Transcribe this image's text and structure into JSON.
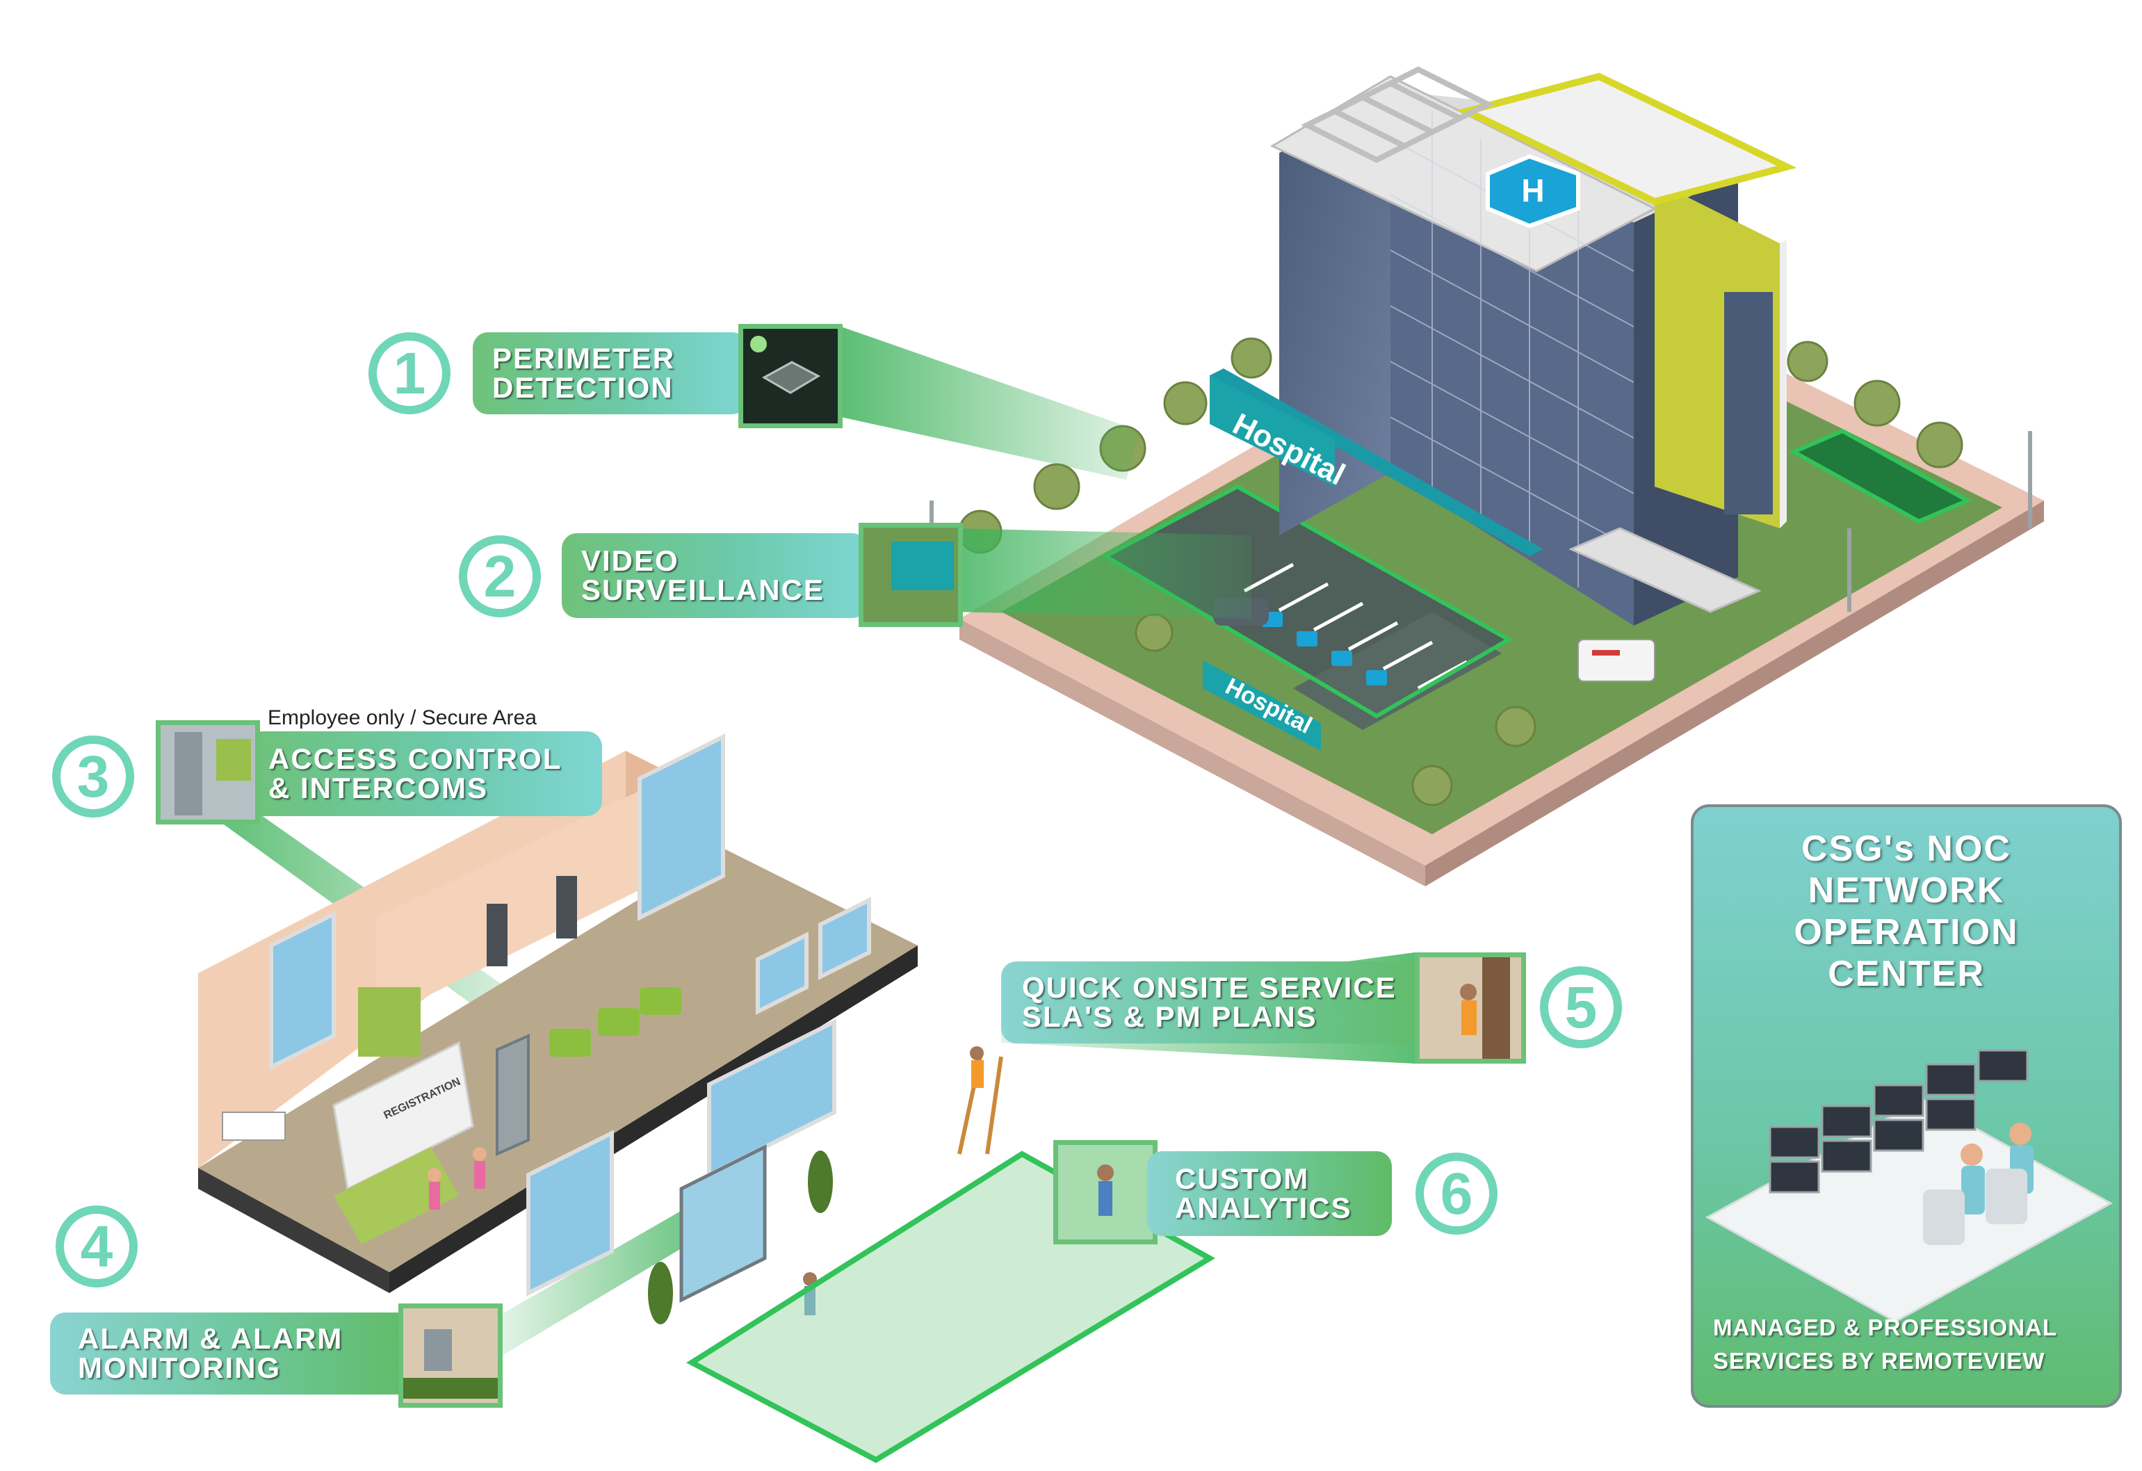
{
  "callouts": [
    {
      "number": "1",
      "line1": "PERIMETER",
      "line2": "DETECTION"
    },
    {
      "number": "2",
      "line1": "VIDEO",
      "line2": "SURVEILLANCE"
    },
    {
      "number": "3",
      "line1": "ACCESS CONTROL",
      "line2": "& INTERCOMS",
      "note": "Employee only / Secure Area"
    },
    {
      "number": "4",
      "line1": "ALARM & ALARM",
      "line2": "MONITORING"
    },
    {
      "number": "5",
      "line1": "QUICK ONSITE SERVICE",
      "line2": "SLA'S & PM PLANS"
    },
    {
      "number": "6",
      "line1": "CUSTOM",
      "line2": "ANALYTICS"
    }
  ],
  "noc": {
    "line1": "CSG's NOC",
    "line2": "NETWORK",
    "line3": "OPERATION",
    "line4": "CENTER",
    "footer1": "MANAGED & PROFESSIONAL",
    "footer2": "SERVICES BY REMOTEVIEW"
  },
  "building": {
    "sign_text": "Hospital",
    "helipad_letter": "H",
    "registration_text": "REGISTRATION"
  }
}
